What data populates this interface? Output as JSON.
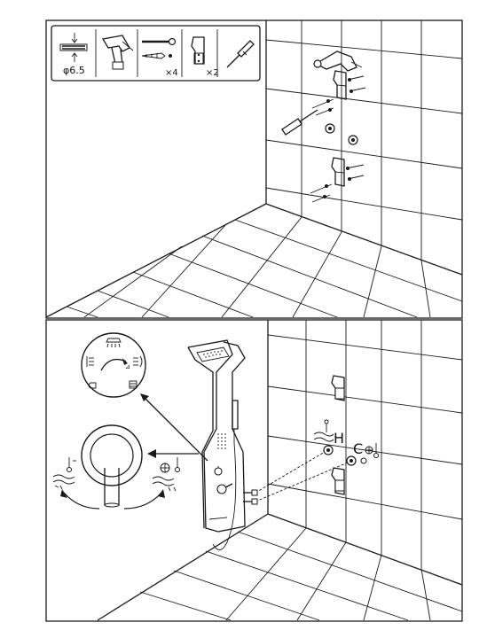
{
  "tools_panel": {
    "drill_size": "φ6.5",
    "anchor_quantity": "×4",
    "bracket_quantity": "×2"
  },
  "step2": {
    "hot_label": "H",
    "cold_label": "C"
  },
  "icons": [
    "drill-bit-icon",
    "electric-drill-icon",
    "screw-and-anchor-icon",
    "wall-bracket-icon",
    "screwdriver-icon",
    "shower-panel-icon",
    "function-dial-icon",
    "mixer-handle-icon",
    "hot-water-icon",
    "cold-water-icon",
    "pliers-icon"
  ],
  "colors": {
    "line": "#1a1a1a",
    "background": "#ffffff"
  }
}
